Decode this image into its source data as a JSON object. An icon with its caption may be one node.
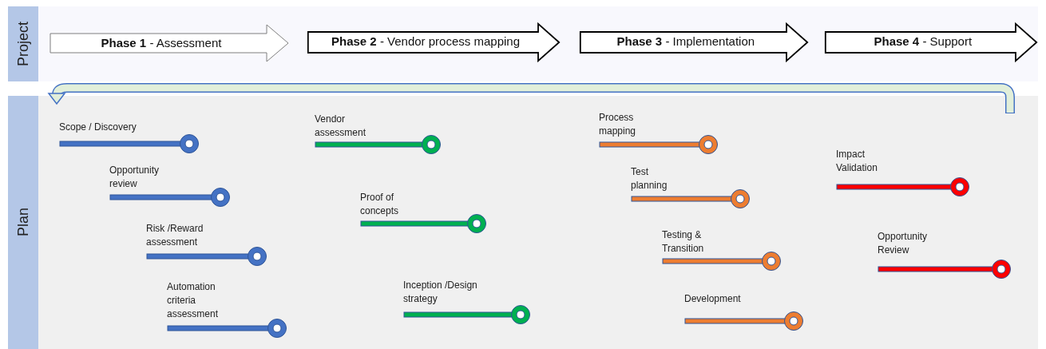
{
  "diagram": {
    "nodes": [
      {
        "text": [
          "Project"
        ]
      },
      {
        "text": [
          "**Phase 1** - Assessment"
        ],
        "in": 0
      },
      {
        "text": [
          "**Phase 2** - Vendor process mapping"
        ],
        "in": 0
      },
      {
        "text": [
          "**Phase 3** - Implementation"
        ],
        "in": 0
      },
      {
        "text": [
          "**Phase 4** - Support"
        ],
        "in": 0
      },
      {
        "text": [
          "Plan"
        ]
      },
      {
        "text": [
          "Scope / Discovery"
        ],
        "in": 5
      },
      {
        "text": [
          "Opportunity review"
        ],
        "in": 5
      },
      {
        "text": [
          "Risk /Reward assessment"
        ],
        "in": 5
      },
      {
        "text": [
          "Automation criteria assessment"
        ],
        "in": 5
      },
      {
        "text": [
          "Vendor assessment"
        ],
        "in": 5
      },
      {
        "text": [
          "Proof of concepts"
        ],
        "in": 5
      },
      {
        "text": [
          "Inception /Design strategy"
        ],
        "in": 5
      },
      {
        "text": [
          "Process mapping"
        ],
        "in": 5
      },
      {
        "text": [
          "Test planning"
        ],
        "in": 5
      },
      {
        "text": [
          "Testing & Transition"
        ],
        "in": 5
      },
      {
        "text": [
          "Development"
        ],
        "in": 5
      },
      {
        "text": [
          "Impact Validation"
        ],
        "in": 5
      },
      {
        "text": [
          "Opportunity Review"
        ],
        "in": 5
      }
    ]
  }
}
